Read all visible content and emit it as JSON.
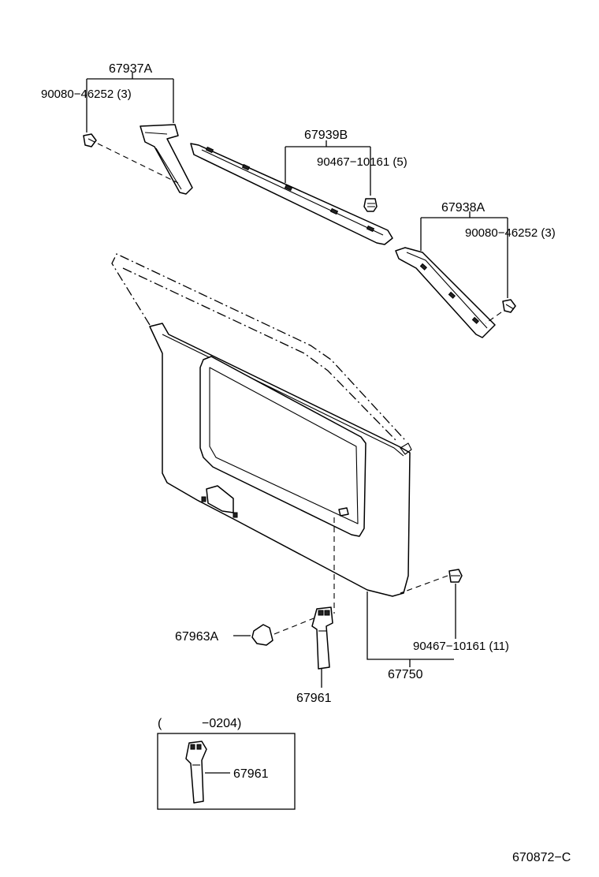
{
  "parts": {
    "p67937A": "67937A",
    "p90080_left": "90080−46252 (3)",
    "p67939B": "67939B",
    "p90467_5": "90467−10161 (5)",
    "p67938A": "67938A",
    "p90080_right": "90080−46252 (3)",
    "p67963A": "67963A",
    "p90467_11": "90467−10161 (11)",
    "p67750": "67750",
    "p67961_main": "67961",
    "p67961_inset": "67961"
  },
  "inset": {
    "range_open": "(",
    "range_end": "−0204)"
  },
  "drawing_code": "670872−C"
}
